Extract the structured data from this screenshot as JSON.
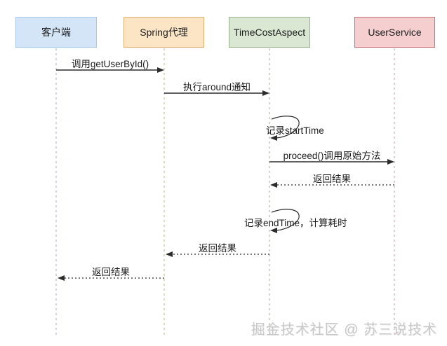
{
  "diagram": {
    "type": "sequence-diagram",
    "actors": [
      {
        "id": "client",
        "label": "客户端",
        "fill": "#d4e5f7",
        "border": "#a9c7e7"
      },
      {
        "id": "spring-proxy",
        "label": "Spring代理",
        "fill": "#fce5c4",
        "border": "#dfaf72"
      },
      {
        "id": "time-cost-aspect",
        "label": "TimeCostAspect",
        "fill": "#d9e7d3",
        "border": "#96b38c"
      },
      {
        "id": "user-service",
        "label": "UserService",
        "fill": "#f5ced0",
        "border": "#c66f74"
      }
    ],
    "messages": [
      {
        "from": "client",
        "to": "spring-proxy",
        "label": "调用getUserById()",
        "style": "solid"
      },
      {
        "from": "spring-proxy",
        "to": "time-cost-aspect",
        "label": "执行around通知",
        "style": "solid"
      },
      {
        "from": "time-cost-aspect",
        "to": "time-cost-aspect",
        "label": "记录startTime",
        "style": "self"
      },
      {
        "from": "time-cost-aspect",
        "to": "user-service",
        "label": "proceed()调用原始方法",
        "style": "solid"
      },
      {
        "from": "user-service",
        "to": "time-cost-aspect",
        "label": "返回结果",
        "style": "dashed"
      },
      {
        "from": "time-cost-aspect",
        "to": "time-cost-aspect",
        "label": "记录endTime，计算耗时",
        "style": "self"
      },
      {
        "from": "time-cost-aspect",
        "to": "spring-proxy",
        "label": "返回结果",
        "style": "dashed"
      },
      {
        "from": "spring-proxy",
        "to": "client",
        "label": "返回结果",
        "style": "dashed"
      }
    ],
    "watermark": "掘金技术社区 @ 苏三说技术"
  }
}
